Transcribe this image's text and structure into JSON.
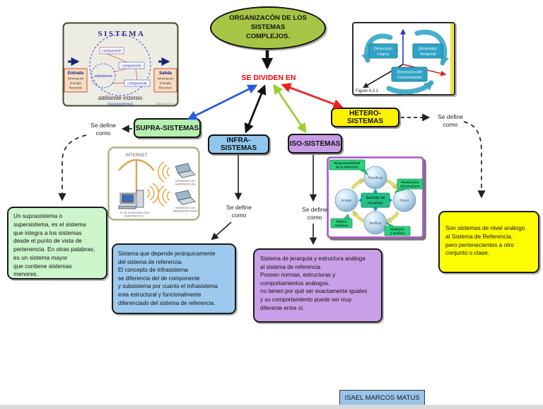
{
  "map": {
    "title": "ORGANIZACÓN DE LOS SISTEMAS\nCOMPLEJOS.",
    "divider": "SE DIVIDEN EN",
    "define_label": "Se define\ncomo",
    "categories": {
      "supra": "SUPRA-SISTEMAS",
      "infra": "INFRA-SISTEMAS",
      "iso": "ISO-SISTEMAS",
      "hetero": "HETERO-SISTEMAS"
    },
    "definitions": {
      "supra": "Un suprasistema o\nsupersistema, es el sistema\n que integra a los sistemas\ndesde el punto de vista de\npertenencia. En otras palabras,\nes un sistema mayor\nque contiene sistemas\n menores.",
      "infra": "Sistema que depende jerárquicamente\ndel sistema de referencia.\n El concepto de Infrasistema\nse diferencia del de componente\n y subsistema por cuanto el Infrasistema\nesta estructural y funcionalmente\ndiferenciado del sistema de referencia.",
      "iso": "Sistema de jerarquía y estructura análoga\nal sistema de referencia.\nPoseen normas, estructuras y\ncomportamientos análogos,\nno tienen por qué ser exactamente iguales\ny su comportamiento puede ser muy\n diferente entre sí.",
      "hetero": "Son sistemas de nivel análogo\nal Sistema de Referencia,\npero pertenecientes a otro\nconjunto o clase."
    },
    "author": "ISAEL MARCOS MATUS"
  },
  "figures": {
    "sistema": {
      "title": "SISTEMA",
      "componente": "componente",
      "subsistema": "subsistema",
      "entrada": {
        "title": "Entrada",
        "items": [
          "Información",
          "Energía",
          "Recursos"
        ]
      },
      "salida": {
        "title": "Salida",
        "items": [
          "Información",
          "Energía",
          "Recursos"
        ]
      },
      "ambiente": "ambiente externo",
      "ambiente_sub": "(suprasistema)",
      "watermark": "alegsa.com.ar"
    },
    "dimensiones": {
      "caption": "Figure 4.2.1",
      "logica": [
        "Dimensión",
        "Lógica"
      ],
      "temporal": [
        "Dimensión",
        "Temporal"
      ],
      "conocimiento": [
        "Dimensión del",
        "Conocimiento"
      ]
    },
    "internet": {
      "title": "INTERNET",
      "pc": [
        "PC DE ESCRITORIO CON",
        "ADAPTADOR PCI"
      ],
      "notebook_usb": [
        "NOTEBOOK CON",
        "ADAPTADOR USB"
      ],
      "notebook_pcmcia": [
        "NOTEBOOK CON",
        "ADAPTADOR PCMCIA"
      ]
    },
    "pdca": {
      "planificar": "Planificar",
      "hacer": "Hacer",
      "verificar": "Verificar",
      "actuar": "Actuar",
      "centro": [
        "Gestión de",
        "recursos"
      ],
      "responsabilidad": [
        "Responsabilidad",
        "de la dirección"
      ],
      "realizacion": [
        "Realización",
        "del producto"
      ],
      "medicion": [
        "Medición",
        "y análisis"
      ],
      "mejora": [
        "Mejora",
        "continua"
      ]
    }
  },
  "colors": {
    "ellipse": "#a7c545",
    "divider": "#fb0207",
    "supra": "#b6f0b0",
    "infra": "#8fc7ee",
    "iso": "#c79ce5",
    "hetero": "#fdf200",
    "def_supra": "#ccf5cb",
    "def_infra": "#9cc9ed",
    "def_iso": "#c9a0e8",
    "def_hetero": "#fdfe02",
    "author_bg": "#9dc3e6",
    "arrow_blue": "#2b5be0",
    "arrow_green": "#9cce2e",
    "arrow_red": "#ee2020"
  }
}
